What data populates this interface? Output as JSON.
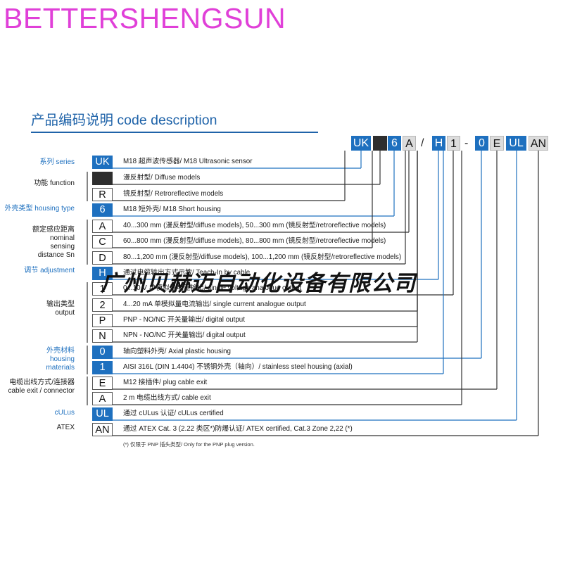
{
  "brand": "BETTERSHENGSUN",
  "title": "产品编码说明 code description",
  "watermark": "广州贝赫迈自动化设备有限公司",
  "code_bar": [
    {
      "text": "UK",
      "style": "blue"
    },
    {
      "text": "",
      "style": "dark"
    },
    {
      "text": "6",
      "style": "blue"
    },
    {
      "text": "A",
      "style": "gray"
    },
    {
      "text": "/",
      "style": "sep"
    },
    {
      "text": "H",
      "style": "blue"
    },
    {
      "text": "1",
      "style": "gray"
    },
    {
      "text": "-",
      "style": "sep"
    },
    {
      "text": "0",
      "style": "blue"
    },
    {
      "text": "E",
      "style": "gray"
    },
    {
      "text": "UL",
      "style": "blue"
    },
    {
      "text": "AN",
      "style": "gray"
    }
  ],
  "labels": {
    "series": "系列 series",
    "function": "功能 function",
    "housing_type": "外壳类型 housing type",
    "sensing_1": "额定感应距离",
    "sensing_2": "nominal",
    "sensing_3": "sensing",
    "sensing_4": "distance Sn",
    "adjustment": "调节 adjustment",
    "output_1": "输出类型",
    "output_2": "output",
    "material_1": "外壳材料",
    "material_2": "housing",
    "material_3": "materials",
    "cable_1": "电缆出线方式/连接器",
    "cable_2": "cable exit / connector",
    "culus": "cULus",
    "atex": "ATEX"
  },
  "rows": [
    {
      "code": "UK",
      "style": "blue",
      "text": "M18 超声波传感器/ M18 Ultrasonic sensor"
    },
    {
      "code": "",
      "style": "dark",
      "text": "漫反射型/ Diffuse models"
    },
    {
      "code": "R",
      "style": "white",
      "text": "镜反射型/ Retroreflective models"
    },
    {
      "code": "6",
      "style": "blue",
      "text": "M18 短外壳/ M18 Short housing"
    },
    {
      "code": "A",
      "style": "white",
      "text": "40...300 mm (漫反射型/diffuse models), 50...300 mm (镜反射型/retroreflective models)"
    },
    {
      "code": "C",
      "style": "white",
      "text": "60...800 mm (漫反射型/diffuse models), 80...800 mm (镜反射型/retroreflective models)"
    },
    {
      "code": "D",
      "style": "white",
      "text": "80...1,200 mm (漫反射型/diffuse models), 100...1,200 mm (镜反射型/retroreflective models)"
    },
    {
      "code": "H",
      "style": "blue",
      "text": "通过电缆输出方式示教/ Teach-In by cable"
    },
    {
      "code": "1",
      "style": "white",
      "text": "0...10 V 单模拟量电压输出/ single voltage analogue output"
    },
    {
      "code": "2",
      "style": "white",
      "text": "4...20 mA 单模拟量电流输出/ single current analogue output"
    },
    {
      "code": "P",
      "style": "white",
      "text": "PNP - NO/NC 开关量输出/ digital output"
    },
    {
      "code": "N",
      "style": "white",
      "text": "NPN - NO/NC 开关量输出/ digital output"
    },
    {
      "code": "0",
      "style": "blue",
      "text": "轴向塑料外壳/ Axial plastic housing"
    },
    {
      "code": "1",
      "style": "blue",
      "text": "AISI 316L (DIN 1.4404) 不锈钢外壳（轴向）/ stainless steel housing (axial)"
    },
    {
      "code": "E",
      "style": "white",
      "text": "M12 接插件/ plug cable exit"
    },
    {
      "code": "A",
      "style": "white",
      "text": "2 m 电缆出线方式/ cable exit"
    },
    {
      "code": "UL",
      "style": "blue",
      "text": "通过 cULus 认证/ cULus certified"
    },
    {
      "code": "AN",
      "style": "white",
      "text": "通过 ATEX Cat. 3 (2.22 类区*)防爆认证/ ATEX certified, Cat.3 Zone 2,22 (*)"
    }
  ],
  "footnote": "(*) 仅限于 PNP 插头类型/ Only for the PNP plug version.",
  "colors": {
    "accent_blue": "#1e70bf",
    "brand_magenta": "#e040d8",
    "dark_box": "#2e2e2e"
  }
}
